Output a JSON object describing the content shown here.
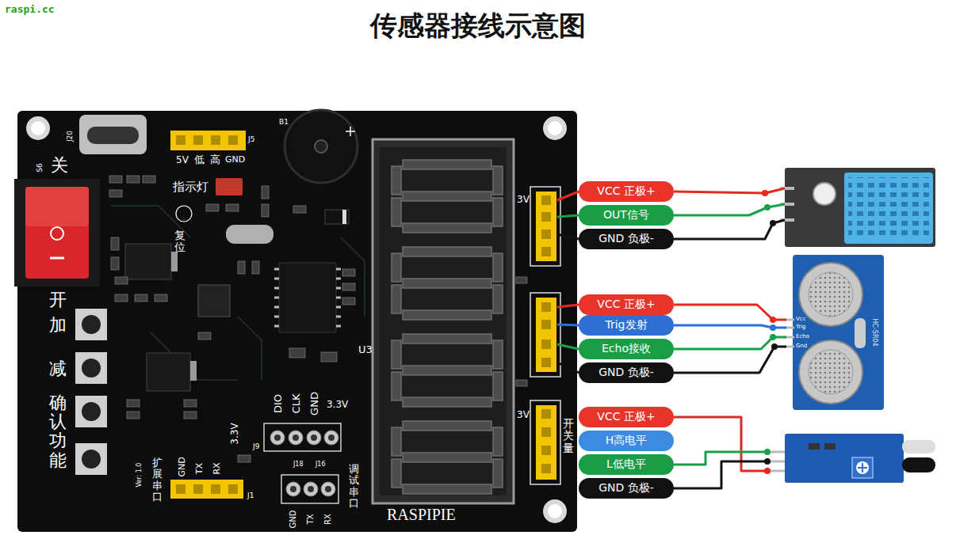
{
  "diagram": {
    "title": "传感器接线示意图",
    "nodes": [
      {
        "text": [
          "VCC 正极+"
        ]
      },
      {
        "text": [
          "OUT信号"
        ]
      },
      {
        "text": [
          "GND 负极-"
        ]
      },
      {
        "text": [
          "VCC 正极+"
        ]
      },
      {
        "text": [
          "Trig发射"
        ]
      },
      {
        "text": [
          "Echo接收"
        ]
      },
      {
        "text": [
          "GND 负极-"
        ]
      },
      {
        "text": [
          "VCC 正极+"
        ]
      },
      {
        "text": [
          "H高电平"
        ]
      },
      {
        "text": [
          "L低电平"
        ]
      },
      {
        "text": [
          "GND 负极-"
        ]
      }
    ],
    "labels": [
      "raspi.cc",
      "J20",
      "S6",
      "关",
      "开",
      "加",
      "减",
      "确认功能",
      "5V",
      "低",
      "高",
      "GND",
      "J5",
      "指示灯",
      "复位",
      "B1",
      "U3",
      "DIO",
      "CLK",
      "GND",
      "3.3V",
      "J9",
      "3.3V",
      "扩展串口",
      "GND",
      "TX",
      "RX",
      "J1",
      "Ver: 1.0",
      "调试串口",
      "GND",
      "TX",
      "RX",
      "J18",
      "J16",
      "RASPIPIE",
      "3V",
      "3V",
      "开关量",
      "HC-SR04",
      "Vcc",
      "Trig",
      "Echo",
      "Gnd"
    ]
  }
}
